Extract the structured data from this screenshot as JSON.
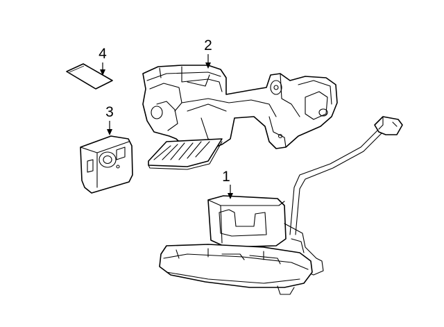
{
  "callouts": [
    {
      "id": "c1",
      "label": "1"
    },
    {
      "id": "c2",
      "label": "2"
    },
    {
      "id": "c3",
      "label": "3"
    },
    {
      "id": "c4",
      "label": "4"
    }
  ],
  "colors": {
    "line": "#000000",
    "background": "#ffffff"
  }
}
